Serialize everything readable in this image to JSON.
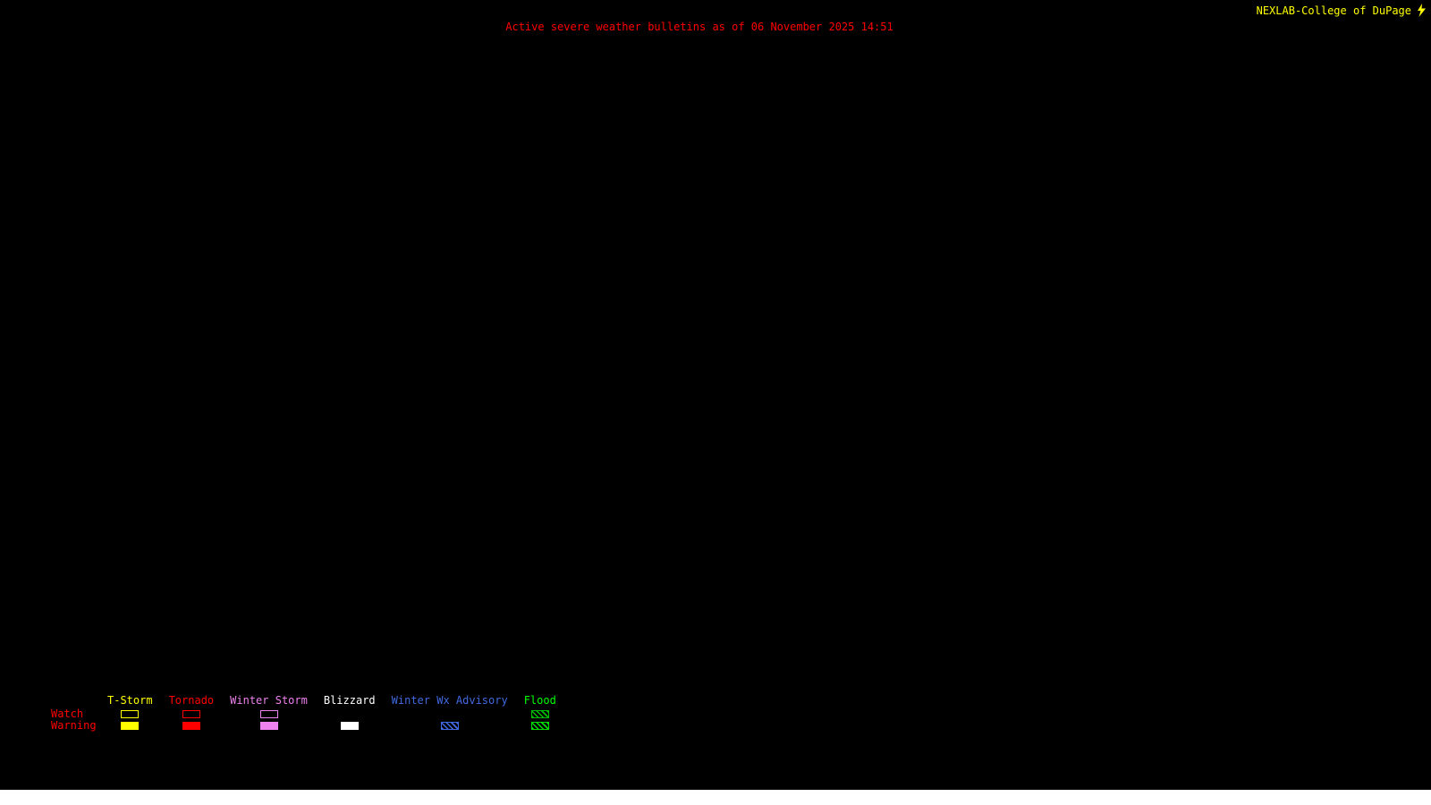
{
  "page": {
    "background_color": "#000000",
    "bottom_strip_color": "#ffffff"
  },
  "header": {
    "brand": "NEXLAB-College of DuPage",
    "brand_color": "#ffff00",
    "brand_icon": "lightning-icon",
    "title": "Active severe weather bulletins as of 06 November 2025 14:51",
    "title_color": "#ff0000"
  },
  "legend": {
    "watch_label": "Watch",
    "warning_label": "Warning",
    "row_label_color": "#ff0000",
    "columns": [
      {
        "label": "T-Storm",
        "label_color": "#ffff00",
        "watch": {
          "style": "outline",
          "color": "#ffff00"
        },
        "warning": {
          "style": "fill",
          "color": "#ffff00"
        }
      },
      {
        "label": "Tornado",
        "label_color": "#ff0000",
        "watch": {
          "style": "outline",
          "color": "#ff0000"
        },
        "warning": {
          "style": "fill",
          "color": "#ff0000"
        }
      },
      {
        "label": "Winter Storm",
        "label_color": "#ee82ee",
        "watch": {
          "style": "outline",
          "color": "#ee82ee"
        },
        "warning": {
          "style": "fill",
          "color": "#ee82ee"
        }
      },
      {
        "label": "Blizzard",
        "label_color": "#ffffff",
        "watch": {
          "style": "none",
          "color": ""
        },
        "warning": {
          "style": "fill",
          "color": "#ffffff"
        }
      },
      {
        "label": "Winter Wx Advisory",
        "label_color": "#4169e1",
        "watch": {
          "style": "none",
          "color": ""
        },
        "warning": {
          "style": "hatch",
          "color": "#4169e1"
        }
      },
      {
        "label": "Flood",
        "label_color": "#00ff00",
        "watch": {
          "style": "hatch",
          "color": "#00bb00"
        },
        "warning": {
          "style": "hatch",
          "color": "#00dd00"
        }
      }
    ]
  }
}
